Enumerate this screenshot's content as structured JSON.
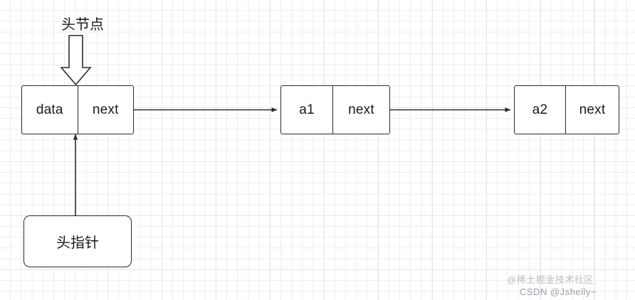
{
  "diagram": {
    "title_label": "头节点",
    "pointer_label": "头指针",
    "nodes": [
      {
        "name": "head-node",
        "left_cell": "data",
        "right_cell": "next"
      },
      {
        "name": "node-a1",
        "left_cell": "a1",
        "right_cell": "next"
      },
      {
        "name": "node-a2",
        "left_cell": "a2",
        "right_cell": "next"
      }
    ],
    "colors": {
      "stroke": "#2b2b2b",
      "grid_minor": "#e9eef3",
      "grid_major": "#d7e0ea",
      "background": "#ffffff"
    }
  },
  "watermarks": {
    "top": "@稀土掘金技术社区",
    "bottom": "CSDN @Jshelly~"
  }
}
